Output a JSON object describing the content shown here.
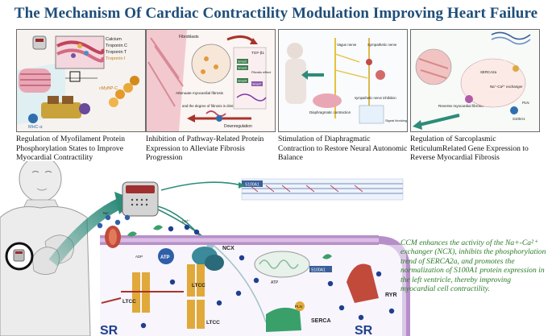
{
  "title": "The Mechanism Of Cardiac Contractility Modulation Improving Heart Failure",
  "panels": [
    {
      "caption": "Regulation of Myofilament Protein Phosphorylation States to Improve Myocardial Contractility",
      "labels": {
        "calcium": "Calcium",
        "troponin_c": "Troponin C",
        "troponin_t": "Troponin T",
        "troponin_i": "Troponin I",
        "mybp": "cMyBP-C",
        "mhc": "MHC-α"
      }
    },
    {
      "caption": "Inhibition of Pathway-Related Protein Expression to Alleviate Fibrosis Progression",
      "labels": {
        "fibroblasts": "Fibroblasts",
        "attenuate": "Attenuate myocardial fibrosis",
        "degree": "and the degree of fibrosis is diminished",
        "tgf": "TGF-β1",
        "smad2": "Smad2",
        "smad3": "Smad3",
        "smad4": "Smad4",
        "fibrotic": "Fibrotic effect",
        "smad7": "Smad7",
        "downregulation": "Downregulation"
      }
    },
    {
      "caption": "Stimulation of Diaphragmatic Contraction to Restore Neural Autonomic Balance",
      "labels": {
        "vagus": "Vagus nerve",
        "sympathetic": "Sympathetic nerve",
        "diaphragmatic": "Diaphragmatic contraction",
        "sympathetic_inhibition": "sympathetic nerve inhibition",
        "signal": "Signal blocking"
      }
    },
    {
      "caption": "Regulation of Sarcoplasmic ReticulumRelated Gene Expression to Reverse Myocardial Fibrosis",
      "labels": {
        "reverse": "Reverse myocardial fibrosis",
        "serca": "SERCA2a",
        "ncx": "Na⁺-Ca²⁺ exchanger",
        "s100": "S100A1",
        "pln": "PLN"
      }
    }
  ],
  "main": {
    "note": "CCM enhances the activity of the Na+-Ca²⁺ exchanger (NCX), inhibits the phosphorylation trend of SERCA2a, and promotes the normalization of S100A1 protein expression in the left ventricle, thereby improving myocardial cell contractility.",
    "labels": {
      "ncx": "NCX",
      "ltcc": "LTCC",
      "ryr": "RYR",
      "serca": "SERCA",
      "sr": "SR",
      "s100": "S100A1",
      "atp": "ATP",
      "adp": "ADP",
      "pln": "PLN",
      "na": "Na⁺",
      "ca": "Ca²⁺"
    }
  },
  "colors": {
    "title": "#1f4e79",
    "note": "#2a7a2a",
    "membrane": "#b78fc8",
    "arrow_red": "#a8332a",
    "arrow_teal": "#2e8b7a",
    "ion_blue": "#1f3f8f"
  }
}
